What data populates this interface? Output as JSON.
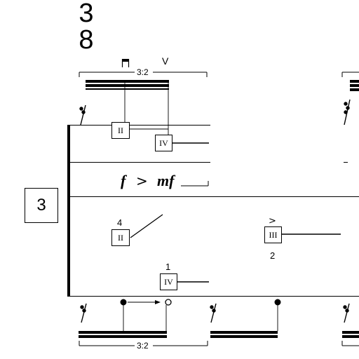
{
  "time_signature": {
    "numerator": "3",
    "denominator": "8"
  },
  "rehearsal_mark": "3",
  "tuplets": {
    "top": "3:2",
    "bottom": "3:2"
  },
  "bowing": {
    "up_bow": "V"
  },
  "dynamics": {
    "start": "f",
    "end": "mf"
  },
  "strings": {
    "top_a": "II",
    "top_b": "IV",
    "low_a": "II",
    "low_b": "III",
    "low_c": "IV"
  },
  "fingerings": {
    "f1": "4",
    "f2": "2",
    "f3": "1"
  }
}
